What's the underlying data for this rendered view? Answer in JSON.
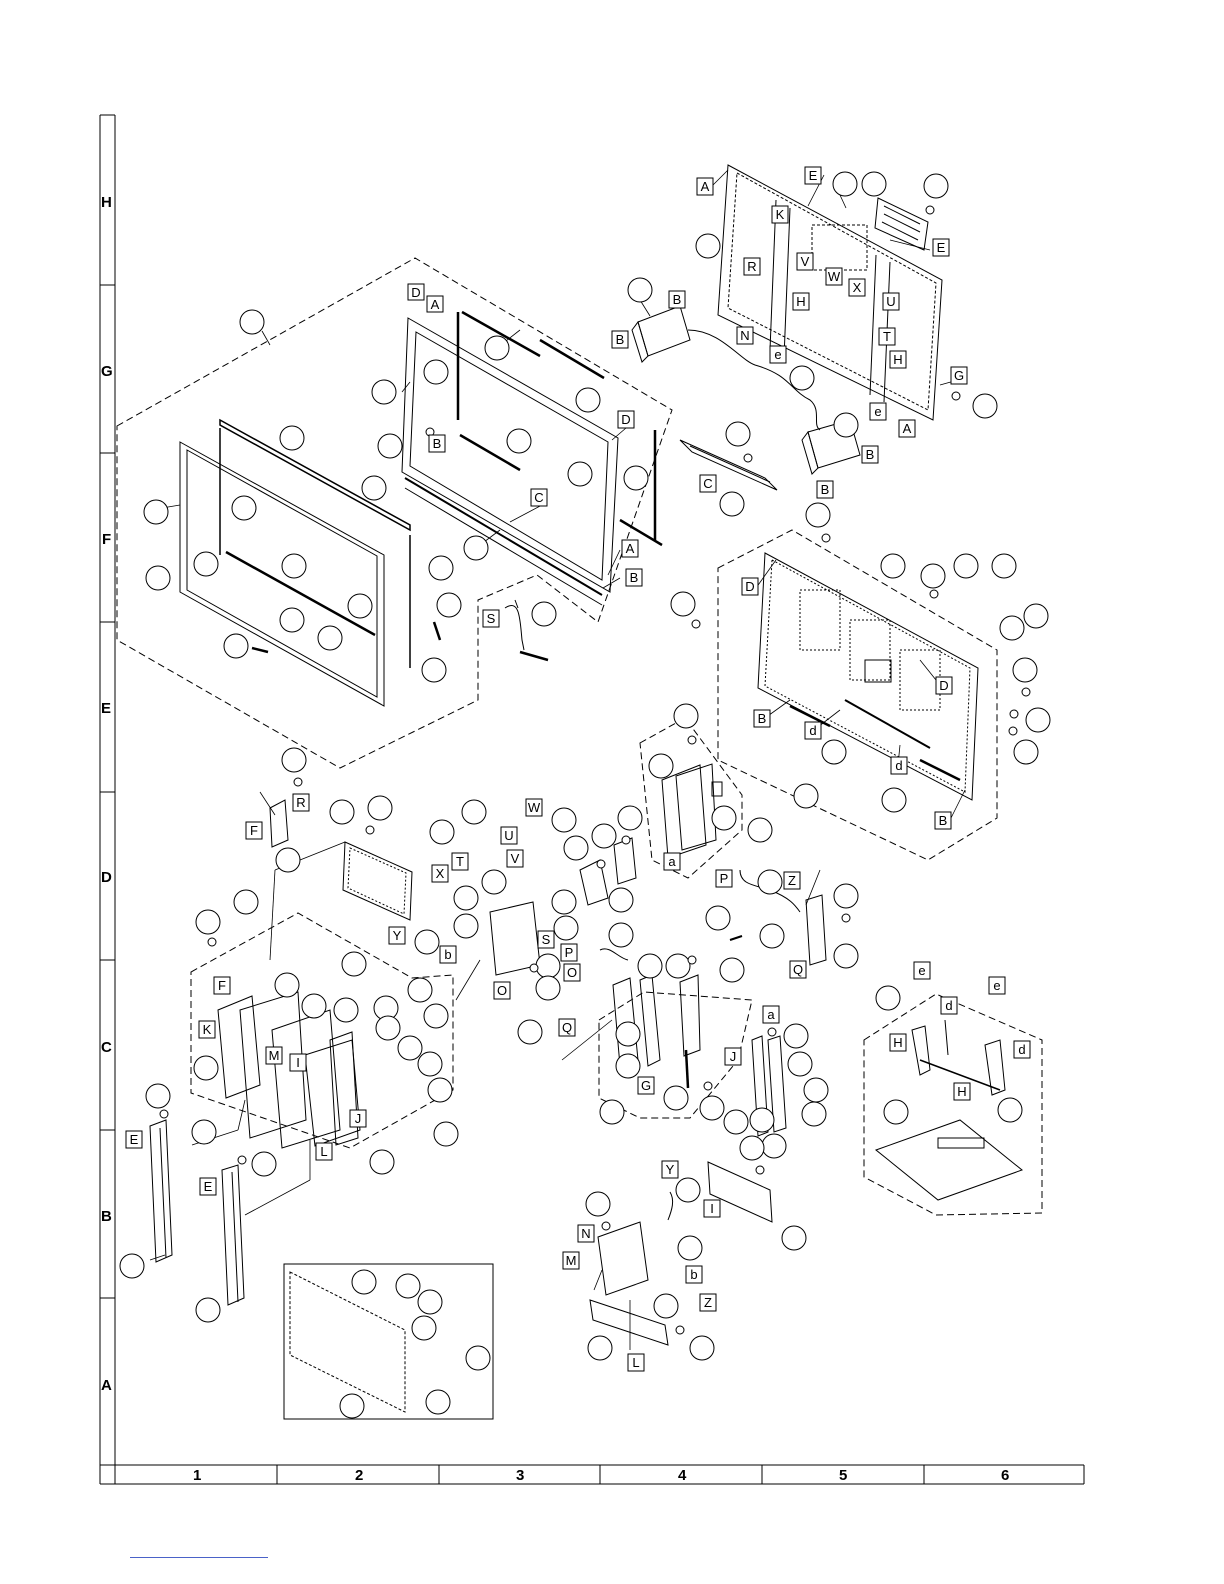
{
  "grid": {
    "rows": [
      "H",
      "G",
      "F",
      "E",
      "D",
      "C",
      "B",
      "A"
    ],
    "columns": [
      "1",
      "2",
      "3",
      "4",
      "5",
      "6"
    ]
  },
  "labels": {
    "A": "A",
    "B": "B",
    "C": "C",
    "D": "D",
    "E": "E",
    "F": "F",
    "G": "G",
    "H": "H",
    "I": "I",
    "J": "J",
    "K": "K",
    "L": "L",
    "M": "M",
    "N": "N",
    "O": "O",
    "P": "P",
    "Q": "Q",
    "R": "R",
    "S": "S",
    "T": "T",
    "U": "U",
    "V": "V",
    "W": "W",
    "X": "X",
    "Y": "Y",
    "Z": "Z",
    "a": "a",
    "b": "b",
    "d": "d",
    "e": "e"
  }
}
